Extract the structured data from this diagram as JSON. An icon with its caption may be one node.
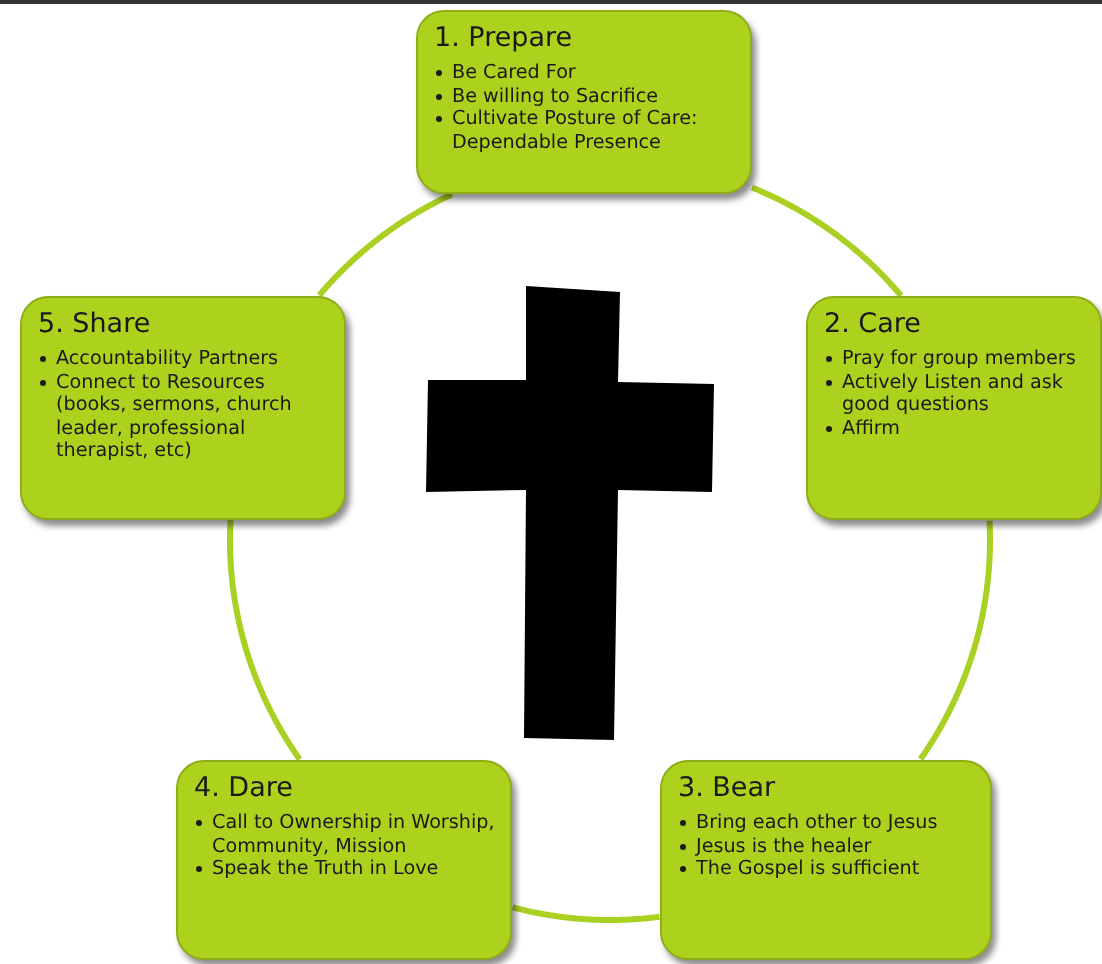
{
  "diagram": {
    "nodes": [
      {
        "text": [
          "1. Prepare",
          "Be  Cared For",
          "Be willing to Sacrifice",
          "Cultivate Posture of Care: Dependable Presence"
        ]
      },
      {
        "text": [
          "2. Care",
          "Pray for group members",
          "Actively Listen and ask good questions",
          "Affirm"
        ]
      },
      {
        "text": [
          "3. Bear",
          "Bring each other to Jesus",
          "Jesus is the healer",
          "The Gospel is sufficient"
        ]
      },
      {
        "text": [
          "4. Dare",
          "Call to Ownership in Worship, Community, Mission",
          "Speak the Truth in Love"
        ]
      },
      {
        "text": [
          "5. Share",
          "Accountability Partners",
          "Connect to Resources (books, sermons, church leader, professional therapist, etc)"
        ]
      }
    ],
    "edges": [
      {
        "from": 0,
        "to": 1,
        "arrow": "none"
      },
      {
        "from": 1,
        "to": 2,
        "arrow": "none"
      },
      {
        "from": 2,
        "to": 3,
        "arrow": "none"
      },
      {
        "from": 3,
        "to": 4,
        "arrow": "none"
      },
      {
        "from": 4,
        "to": 0,
        "arrow": "none"
      }
    ]
  }
}
